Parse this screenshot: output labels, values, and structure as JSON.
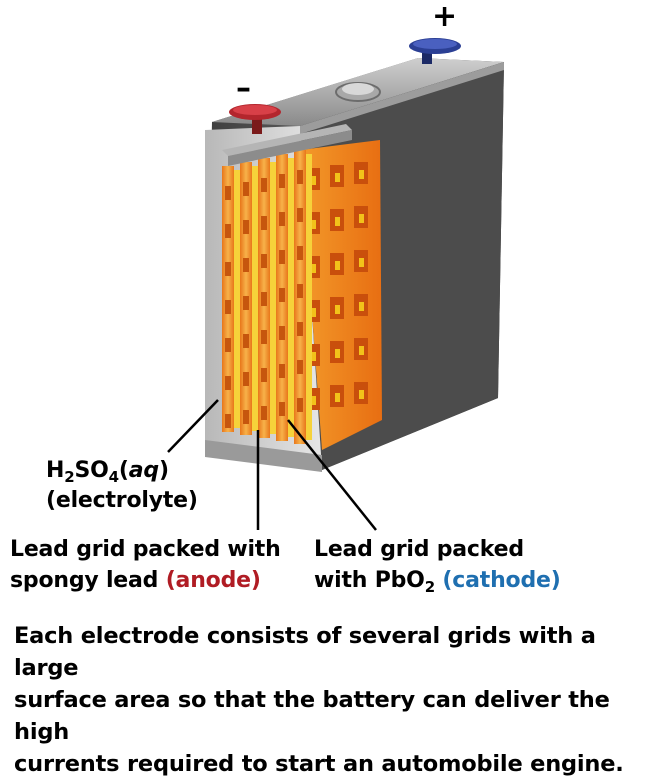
{
  "terminals": {
    "positive": "+",
    "negative": "–"
  },
  "labels": {
    "electrolyte_formula": {
      "h": "H",
      "h_sub": "2",
      "so": "SO",
      "so_sub": "4",
      "open": "(",
      "aq": "aq",
      "close": ")"
    },
    "electrolyte_name": "(electrolyte)",
    "anode_line1": "Lead grid packed with",
    "anode_line2_text": "spongy lead ",
    "anode_tag": "(anode)",
    "cathode_line1": "Lead grid packed",
    "cathode_line2_text": "with PbO",
    "cathode_line2_sub": "2",
    "cathode_tag": "(cathode)"
  },
  "caption": {
    "line1": "Each electrode consists of several grids with a large",
    "line2": "surface area so that the battery can deliver the high",
    "line3": "currents required to start an automobile engine."
  },
  "colors": {
    "anode": "#b01c24",
    "cathode": "#1f6fb0",
    "grid": "#f07c1a",
    "spongy": "#f2c21a",
    "case": "#5a5a5a"
  }
}
